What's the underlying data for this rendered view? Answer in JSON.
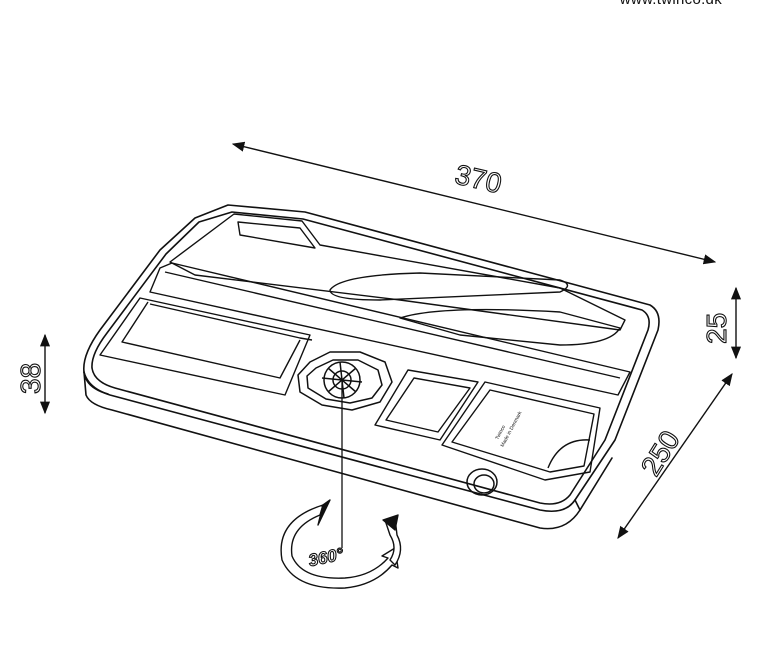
{
  "header": {
    "website": "www.twinco.dk"
  },
  "dimensions": {
    "length": "370",
    "width": "250",
    "height_total": "38",
    "height_body": "25"
  },
  "rotation_label": "360°",
  "tray_label": {
    "line1": "Twinco",
    "line2": "Made in Denmark"
  }
}
